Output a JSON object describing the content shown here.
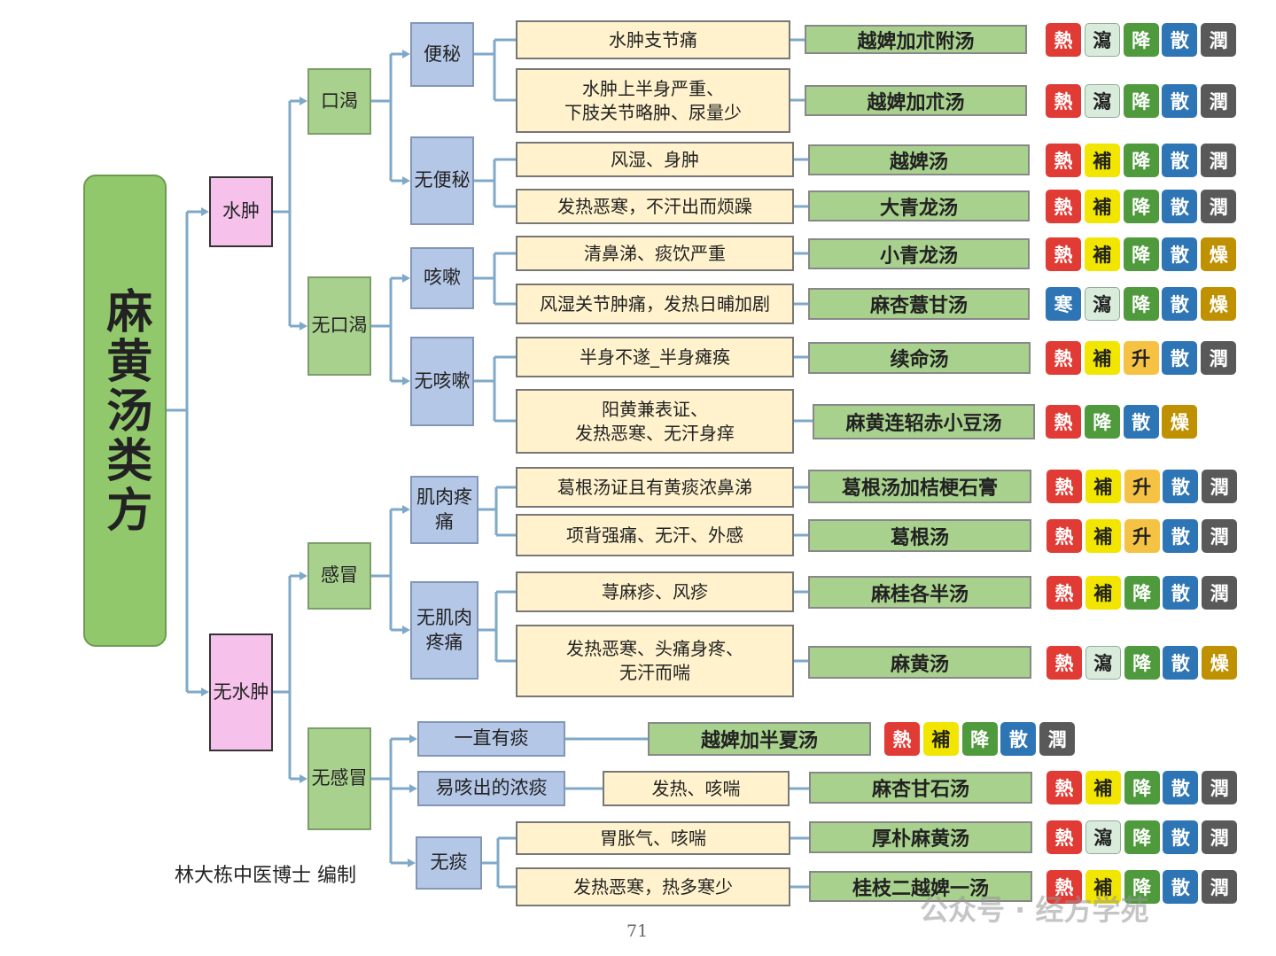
{
  "root": {
    "label": "麻黄汤类方"
  },
  "level1": [
    {
      "label": "水肿"
    },
    {
      "label": "无水肿"
    }
  ],
  "level2": [
    {
      "label": "口渴"
    },
    {
      "label": "无口渴"
    },
    {
      "label": "感冒"
    },
    {
      "label": "无感冒"
    }
  ],
  "level3": [
    {
      "label": "便秘"
    },
    {
      "label": "无便秘"
    },
    {
      "label": "咳嗽"
    },
    {
      "label": "无咳嗽"
    },
    {
      "label": "肌肉疼痛"
    },
    {
      "label": "无肌肉疼痛"
    },
    {
      "label": "一直有痰"
    },
    {
      "label": "易咳出的浓痰"
    },
    {
      "label": "无痰"
    }
  ],
  "tag_colors": {
    "hot": "#e03b34",
    "cold": "#2e75b6",
    "purge": "#d9ecdc",
    "tonify": "#f2e600",
    "down": "#4f9a3c",
    "up": "#f6c244",
    "disperse": "#2e75b6",
    "moist": "#595959",
    "dry": "#bf9000"
  },
  "rows": [
    {
      "condition": "水肿支节痛",
      "formula": "越婢加朮附汤",
      "tags": [
        {
          "text": "熱",
          "type": "hot"
        },
        {
          "text": "瀉",
          "type": "purge"
        },
        {
          "text": "降",
          "type": "down"
        },
        {
          "text": "散",
          "type": "disperse"
        },
        {
          "text": "潤",
          "type": "moist"
        }
      ]
    },
    {
      "condition": "水肿上半身严重、\n下肢关节略肿、尿量少",
      "formula": "越婢加朮汤",
      "tags": [
        {
          "text": "熱",
          "type": "hot"
        },
        {
          "text": "瀉",
          "type": "purge"
        },
        {
          "text": "降",
          "type": "down"
        },
        {
          "text": "散",
          "type": "disperse"
        },
        {
          "text": "潤",
          "type": "moist"
        }
      ]
    },
    {
      "condition": "风湿、身肿",
      "formula": "越婢汤",
      "tags": [
        {
          "text": "熱",
          "type": "hot"
        },
        {
          "text": "補",
          "type": "tonify"
        },
        {
          "text": "降",
          "type": "down"
        },
        {
          "text": "散",
          "type": "disperse"
        },
        {
          "text": "潤",
          "type": "moist"
        }
      ]
    },
    {
      "condition": "发热恶寒，不汗出而烦躁",
      "formula": "大青龙汤",
      "tags": [
        {
          "text": "熱",
          "type": "hot"
        },
        {
          "text": "補",
          "type": "tonify"
        },
        {
          "text": "降",
          "type": "down"
        },
        {
          "text": "散",
          "type": "disperse"
        },
        {
          "text": "潤",
          "type": "moist"
        }
      ]
    },
    {
      "condition": "清鼻涕、痰饮严重",
      "formula": "小青龙汤",
      "tags": [
        {
          "text": "熱",
          "type": "hot"
        },
        {
          "text": "補",
          "type": "tonify"
        },
        {
          "text": "降",
          "type": "down"
        },
        {
          "text": "散",
          "type": "disperse"
        },
        {
          "text": "燥",
          "type": "dry"
        }
      ]
    },
    {
      "condition": "风湿关节肿痛，发热日晡加剧",
      "formula": "麻杏薏甘汤",
      "tags": [
        {
          "text": "寒",
          "type": "cold"
        },
        {
          "text": "瀉",
          "type": "purge"
        },
        {
          "text": "降",
          "type": "down"
        },
        {
          "text": "散",
          "type": "disperse"
        },
        {
          "text": "燥",
          "type": "dry"
        }
      ]
    },
    {
      "condition": "半身不遂_半身瘫痪",
      "formula": "续命汤",
      "tags": [
        {
          "text": "熱",
          "type": "hot"
        },
        {
          "text": "補",
          "type": "tonify"
        },
        {
          "text": "升",
          "type": "up"
        },
        {
          "text": "散",
          "type": "disperse"
        },
        {
          "text": "潤",
          "type": "moist"
        }
      ]
    },
    {
      "condition": "阳黄兼表证、\n发热恶寒、无汗身痒",
      "formula": "麻黄连轺赤小豆汤",
      "tags": [
        {
          "text": "熱",
          "type": "hot"
        },
        {
          "text": "降",
          "type": "down"
        },
        {
          "text": "散",
          "type": "disperse"
        },
        {
          "text": "燥",
          "type": "dry"
        }
      ]
    },
    {
      "condition": "葛根汤证且有黄痰浓鼻涕",
      "formula": "葛根汤加桔梗石膏",
      "tags": [
        {
          "text": "熱",
          "type": "hot"
        },
        {
          "text": "補",
          "type": "tonify"
        },
        {
          "text": "升",
          "type": "up"
        },
        {
          "text": "散",
          "type": "disperse"
        },
        {
          "text": "潤",
          "type": "moist"
        }
      ]
    },
    {
      "condition": "项背强痛、无汗、外感",
      "formula": "葛根汤",
      "tags": [
        {
          "text": "熱",
          "type": "hot"
        },
        {
          "text": "補",
          "type": "tonify"
        },
        {
          "text": "升",
          "type": "up"
        },
        {
          "text": "散",
          "type": "disperse"
        },
        {
          "text": "潤",
          "type": "moist"
        }
      ]
    },
    {
      "condition": "荨麻疹、风疹",
      "formula": "麻桂各半汤",
      "tags": [
        {
          "text": "熱",
          "type": "hot"
        },
        {
          "text": "補",
          "type": "tonify"
        },
        {
          "text": "降",
          "type": "down"
        },
        {
          "text": "散",
          "type": "disperse"
        },
        {
          "text": "潤",
          "type": "moist"
        }
      ]
    },
    {
      "condition": "发热恶寒、头痛身疼、\n无汗而喘",
      "formula": "麻黄汤",
      "tags": [
        {
          "text": "熱",
          "type": "hot"
        },
        {
          "text": "瀉",
          "type": "purge"
        },
        {
          "text": "降",
          "type": "down"
        },
        {
          "text": "散",
          "type": "disperse"
        },
        {
          "text": "燥",
          "type": "dry"
        }
      ]
    },
    {
      "condition": "",
      "formula": "越婢加半夏汤",
      "tags": [
        {
          "text": "熱",
          "type": "hot"
        },
        {
          "text": "補",
          "type": "tonify"
        },
        {
          "text": "降",
          "type": "down"
        },
        {
          "text": "散",
          "type": "disperse"
        },
        {
          "text": "潤",
          "type": "moist"
        }
      ]
    },
    {
      "condition": "发热、咳喘",
      "formula": "麻杏甘石汤",
      "tags": [
        {
          "text": "熱",
          "type": "hot"
        },
        {
          "text": "補",
          "type": "tonify"
        },
        {
          "text": "降",
          "type": "down"
        },
        {
          "text": "散",
          "type": "disperse"
        },
        {
          "text": "潤",
          "type": "moist"
        }
      ]
    },
    {
      "condition": "胃胀气、咳喘",
      "formula": "厚朴麻黄汤",
      "tags": [
        {
          "text": "熱",
          "type": "hot"
        },
        {
          "text": "瀉",
          "type": "purge"
        },
        {
          "text": "降",
          "type": "down"
        },
        {
          "text": "散",
          "type": "disperse"
        },
        {
          "text": "潤",
          "type": "moist"
        }
      ]
    },
    {
      "condition": "发热恶寒，热多寒少",
      "formula": "桂枝二越婢一汤",
      "tags": [
        {
          "text": "熱",
          "type": "hot"
        },
        {
          "text": "補",
          "type": "tonify"
        },
        {
          "text": "降",
          "type": "down"
        },
        {
          "text": "散",
          "type": "disperse"
        },
        {
          "text": "潤",
          "type": "moist"
        }
      ]
    }
  ],
  "footer": {
    "author": "林大栋中医博士 编制",
    "page_number": "71",
    "watermark": "公众号 · 经方学苑"
  }
}
